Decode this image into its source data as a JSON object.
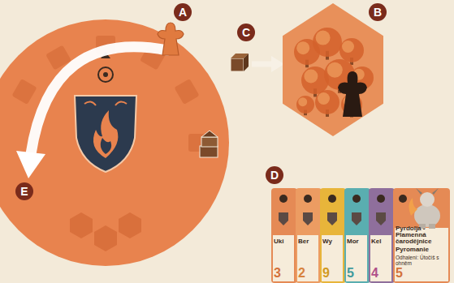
{
  "diagram": {
    "nodes": [
      {
        "text": [
          "B"
        ]
      },
      {
        "text": [
          "Uki",
          "3"
        ]
      },
      {
        "text": [
          "Ber",
          "2"
        ]
      },
      {
        "text": [
          "Wy",
          "9"
        ]
      },
      {
        "text": [
          "Mor",
          "5"
        ]
      },
      {
        "text": [
          "Kel",
          "4"
        ]
      },
      {
        "text": [
          "Pyrdolja - Plamenná čarodějnice",
          "Pyromanie",
          "Odhalení: Útočíš s ohněm",
          "5"
        ]
      }
    ],
    "labels": [
      "A",
      "C",
      "D",
      "E"
    ]
  }
}
